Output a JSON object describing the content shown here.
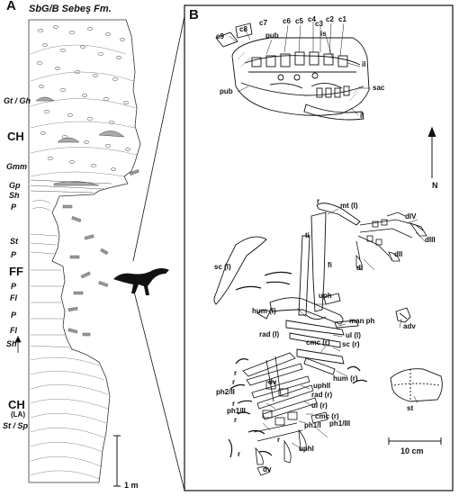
{
  "panel_a": {
    "letter": "A",
    "formation": "SbG/B Sebeş Fm.",
    "units": [
      "Gt / Gh",
      "CH",
      "Gmm",
      "Gp",
      "Sh",
      "P",
      "St",
      "P",
      "FF",
      "P",
      "Fl",
      "P",
      "Fl",
      "Sh",
      "CH",
      "(LA)",
      "St / Sp"
    ],
    "scale_label": "1 m"
  },
  "panel_b": {
    "letter": "B",
    "north_label": "N",
    "scale_label": "10 cm",
    "bone_labels": [
      "c9",
      "c8",
      "c7",
      "pub",
      "c6",
      "c5",
      "c4",
      "c3",
      "c2",
      "c1",
      "is",
      "il",
      "sac",
      "pub",
      "il",
      "r",
      "mt (I)",
      "dIV",
      "dIII",
      "ti",
      "fi",
      "dII",
      "dI",
      "sc (l)",
      "uph",
      "hum (l)",
      "man ph",
      "rad (l)",
      "ul (l)",
      "cmc (r)",
      "sc (r)",
      "adv",
      "hum (r)",
      "st",
      "r",
      "uphII",
      "r",
      "ph2/II",
      "dv",
      "rad (r)",
      "r",
      "ph1/II",
      "ul (r)",
      "r",
      "cmc (r)",
      "ph1/I",
      "ph1/III",
      "r",
      "uphI",
      "r",
      "dv"
    ]
  }
}
